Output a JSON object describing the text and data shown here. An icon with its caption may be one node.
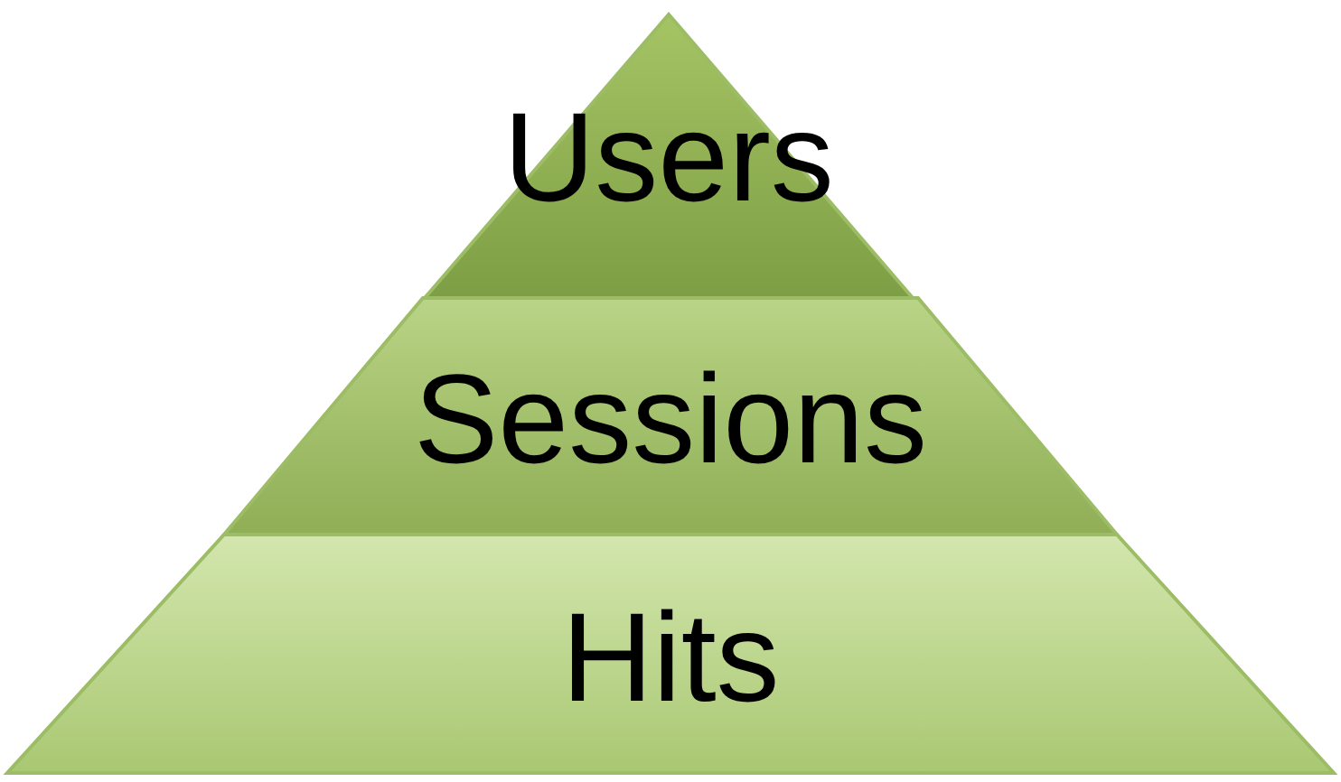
{
  "diagram": {
    "nodes": [
      {
        "text": [
          "Users"
        ]
      },
      {
        "text": [
          "Sessions"
        ]
      },
      {
        "text": [
          "Hits"
        ]
      }
    ]
  }
}
